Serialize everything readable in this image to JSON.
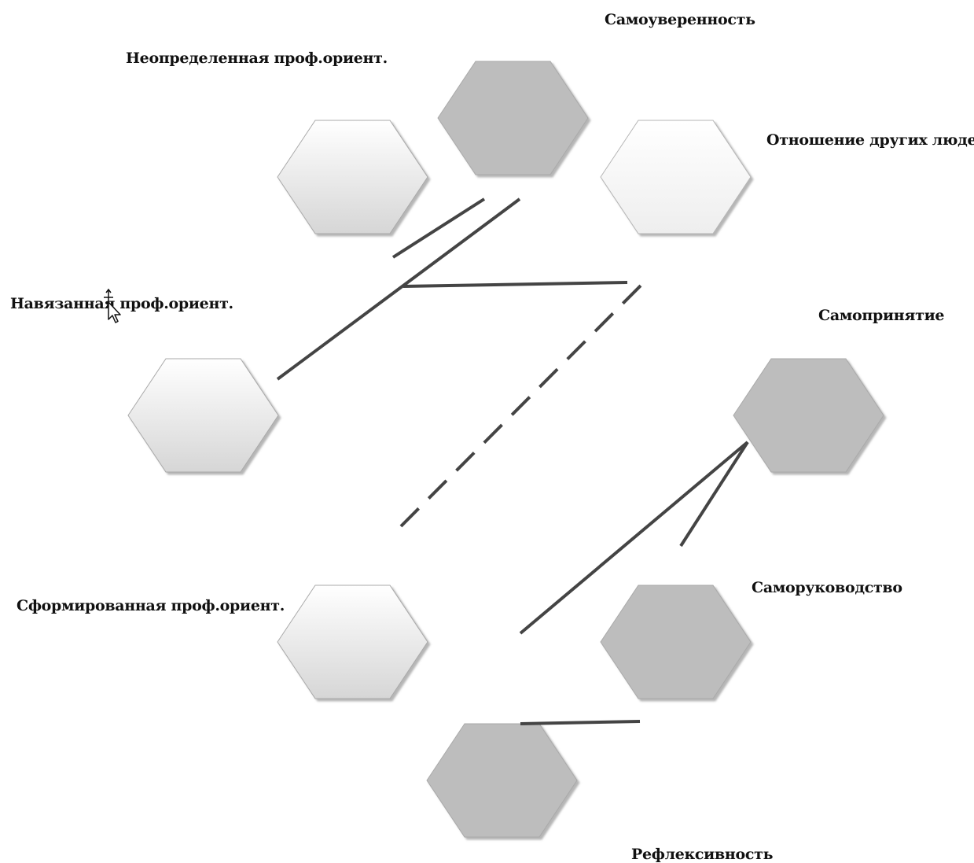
{
  "labels": {
    "samouverennost": "Самоуверенность",
    "neopredelennaya": "Неопределенная проф.ориент.",
    "otnoshenie": "Отношение других людей",
    "navyazannaya": "Навязанная проф.ориент.",
    "samoprinyatie": "Самопринятие",
    "samorukovodstvo": "Саморуководство",
    "sformirovannaya": "Сформированная проф.ориент.",
    "refleksivnost": "Рефлексивность"
  },
  "colors": {
    "dark_hex_fill": "#bdbdbd",
    "light_hex_fill_top": "#ffffff",
    "light_hex_fill_bottom": "#d9d9d9",
    "hex_stroke": "#a9a9a9",
    "connector": "#444444",
    "text": "#111111"
  }
}
